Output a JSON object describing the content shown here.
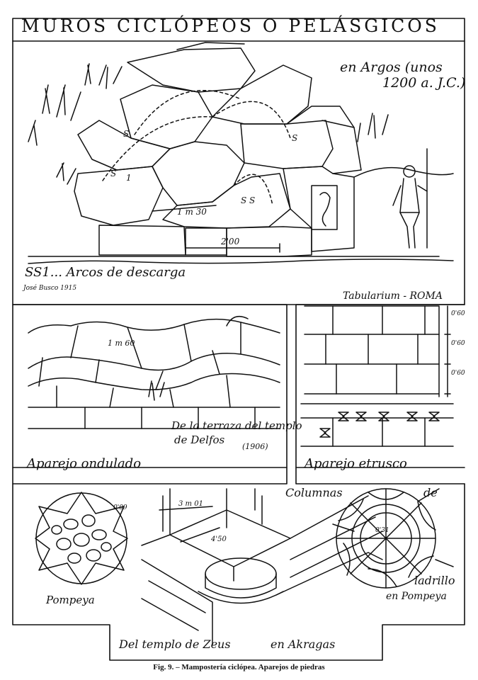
{
  "title": "MUROS CICLÓPEOS O PELÁSGICOS",
  "top_panel": {
    "location_line1": "en Argos (unos",
    "location_line2": "1200 a. J.C.)",
    "stone_labels": [
      "S",
      "S",
      "1",
      "S",
      "S",
      "S"
    ],
    "dim1": "1 m 30",
    "dim2": "2'00",
    "legend": "SS1... Arcos de descarga",
    "signature": "José Busco 1915"
  },
  "middle_left": {
    "dim": "1 m 60",
    "credit_line1": "De la terraza del templo",
    "credit_line2": "de Delfos",
    "year": "(1906)",
    "label": "Aparejo ondulado"
  },
  "middle_right": {
    "title": "Tabularium - ROMA",
    "dims": [
      "0'60",
      "0'60",
      "0'60"
    ],
    "label": "Aparejo etrusco"
  },
  "bottom": {
    "left_dim": "0'09",
    "left_label": "Pompeya",
    "center_dim1": "3 m 01",
    "center_dim2": "4'50",
    "columns_word1": "Columnas",
    "columns_word2": "de",
    "columns_word3": "ladrillo",
    "right_label": "en Pompeya",
    "right_dim": "0'31",
    "bottom_label1": "Del templo de Zeus",
    "bottom_label2": "en Akragas"
  },
  "caption": "Fig. 9. – Mampostería ciclópea. Aparejos de piedras"
}
